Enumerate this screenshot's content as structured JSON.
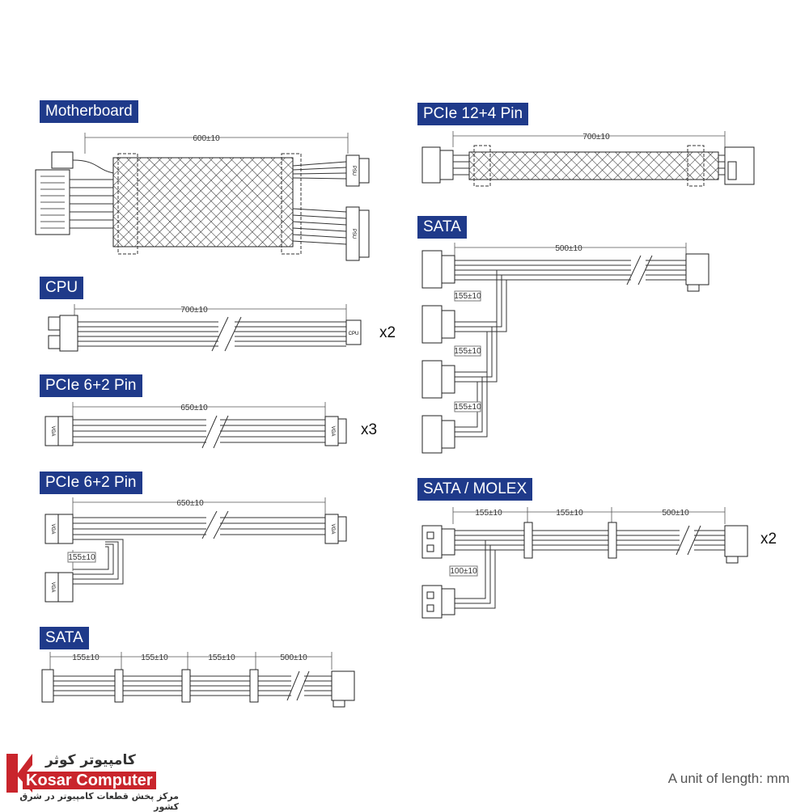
{
  "sections": {
    "motherboard": {
      "title": "Motherboard",
      "length": "600±10",
      "conn_label": "PSU"
    },
    "cpu": {
      "title": "CPU",
      "length": "700±10",
      "conn_label": "CPU",
      "multiplier": "x2"
    },
    "pcie_single": {
      "title": "PCIe 6+2 Pin",
      "length": "650±10",
      "conn_label": "VGA",
      "multiplier": "x3"
    },
    "pcie_double": {
      "title": "PCIe 6+2 Pin",
      "length": "650±10",
      "branch": "155±10",
      "conn_label": "VGA"
    },
    "sata_left": {
      "title": "SATA",
      "segments": [
        "155±10",
        "155±10",
        "155±10",
        "500±10"
      ]
    },
    "pcie_12_4": {
      "title": "PCIe 12+4 Pin",
      "length": "700±10"
    },
    "sata_right": {
      "title": "SATA",
      "length": "500±10",
      "branches": [
        "155±10",
        "155±10",
        "155±10"
      ]
    },
    "sata_molex": {
      "title": "SATA / MOLEX",
      "segments": [
        "155±10",
        "155±10",
        "500±10"
      ],
      "branch": "100±10",
      "multiplier": "x2"
    }
  },
  "footer": {
    "unit_note": "A unit of length: mm",
    "brand": "Kosar Computer",
    "brand_fa": "کامپیوتر کوثر",
    "tagline_fa": "مرکز پخش قطعات کامپیوتر در شرق کشور"
  },
  "colors": {
    "title_bg": "#1f3a8a",
    "brand_red": "#c9252c"
  }
}
